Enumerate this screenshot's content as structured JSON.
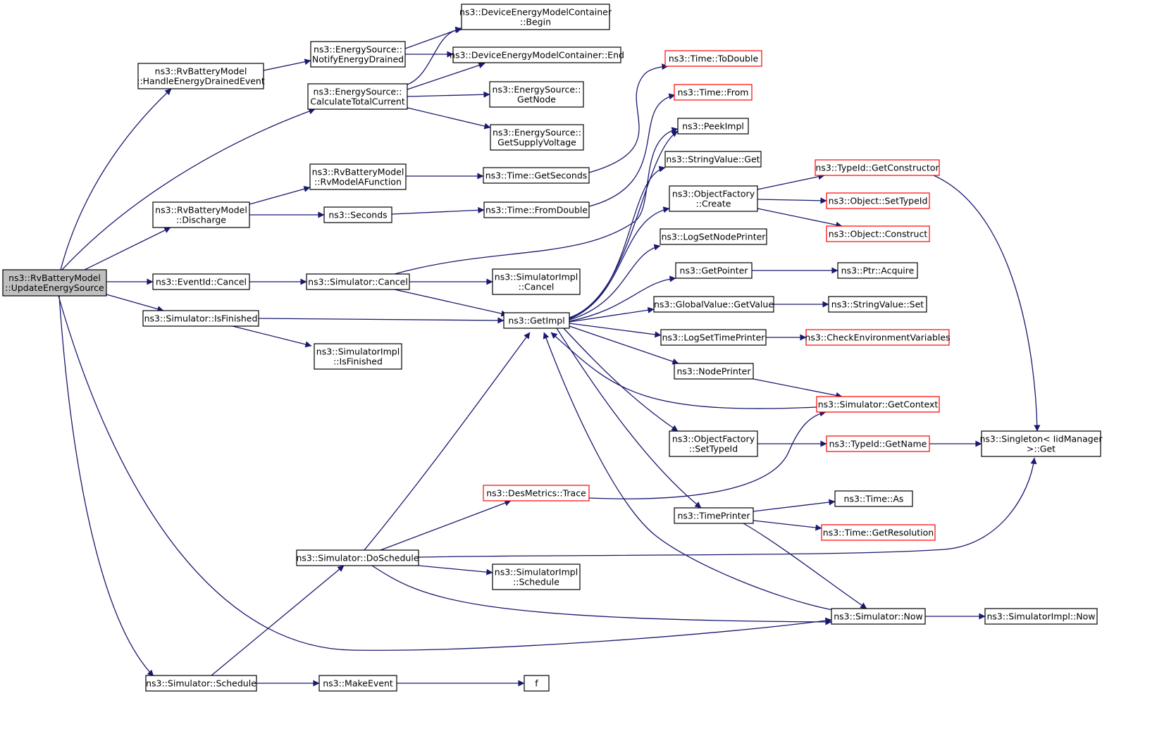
{
  "colors": {
    "background": "#ffffff",
    "edge": "#191970",
    "node_border": "#000000",
    "node_border_truncated": "#ff0000",
    "root_fill": "#bfbfbf",
    "node_fill": "#ffffff"
  },
  "nodes": [
    {
      "id": "root",
      "lines": [
        "ns3::RvBatteryModel",
        "::UpdateEnergySource"
      ],
      "root": true
    },
    {
      "id": "handle",
      "lines": [
        "ns3::RvBatteryModel",
        "::HandleEnergyDrainedEvent"
      ]
    },
    {
      "id": "notify",
      "lines": [
        "ns3::EnergySource::",
        "NotifyEnergyDrained"
      ]
    },
    {
      "id": "dembegin",
      "lines": [
        "ns3::DeviceEnergyModelContainer",
        "::Begin"
      ]
    },
    {
      "id": "demend",
      "lines": [
        "ns3::DeviceEnergyModelContainer::End"
      ]
    },
    {
      "id": "calc",
      "lines": [
        "ns3::EnergySource::",
        "CalculateTotalCurrent"
      ]
    },
    {
      "id": "getnode",
      "lines": [
        "ns3::EnergySource::",
        "GetNode"
      ]
    },
    {
      "id": "getsupply",
      "lines": [
        "ns3::EnergySource::",
        "GetSupplyVoltage"
      ]
    },
    {
      "id": "rvmodel",
      "lines": [
        "ns3::RvBatteryModel",
        "::RvModelAFunction"
      ]
    },
    {
      "id": "discharge",
      "lines": [
        "ns3::RvBatteryModel",
        "::Discharge"
      ]
    },
    {
      "id": "seconds",
      "lines": [
        "ns3::Seconds"
      ]
    },
    {
      "id": "getseconds",
      "lines": [
        "ns3::Time::GetSeconds"
      ]
    },
    {
      "id": "fromdouble",
      "lines": [
        "ns3::Time::FromDouble"
      ]
    },
    {
      "id": "todouble",
      "lines": [
        "ns3::Time::ToDouble"
      ],
      "truncated": true
    },
    {
      "id": "from",
      "lines": [
        "ns3::Time::From"
      ],
      "truncated": true
    },
    {
      "id": "peekimpl",
      "lines": [
        "ns3::PeekImpl"
      ]
    },
    {
      "id": "strget",
      "lines": [
        "ns3::StringValue::Get"
      ]
    },
    {
      "id": "ofcreate",
      "lines": [
        "ns3::ObjectFactory",
        "::Create"
      ]
    },
    {
      "id": "getctor",
      "lines": [
        "ns3::TypeId::GetConstructor"
      ],
      "truncated": true
    },
    {
      "id": "settypeid",
      "lines": [
        "ns3::Object::SetTypeId"
      ],
      "truncated": true
    },
    {
      "id": "construct",
      "lines": [
        "ns3::Object::Construct"
      ],
      "truncated": true
    },
    {
      "id": "lognode",
      "lines": [
        "ns3::LogSetNodePrinter"
      ]
    },
    {
      "id": "getpointer",
      "lines": [
        "ns3::GetPointer"
      ]
    },
    {
      "id": "acquire",
      "lines": [
        "ns3::Ptr::Acquire"
      ]
    },
    {
      "id": "evcancel",
      "lines": [
        "ns3::EventId::Cancel"
      ]
    },
    {
      "id": "simcancel",
      "lines": [
        "ns3::Simulator::Cancel"
      ]
    },
    {
      "id": "implcancel",
      "lines": [
        "ns3::SimulatorImpl",
        "::Cancel"
      ]
    },
    {
      "id": "isfinished",
      "lines": [
        "ns3::Simulator::IsFinished"
      ]
    },
    {
      "id": "implisfin",
      "lines": [
        "ns3::SimulatorImpl",
        "::IsFinished"
      ]
    },
    {
      "id": "getimpl",
      "lines": [
        "ns3::GetImpl"
      ]
    },
    {
      "id": "gvget",
      "lines": [
        "ns3::GlobalValue::GetValue"
      ]
    },
    {
      "id": "strset",
      "lines": [
        "ns3::StringValue::Set"
      ]
    },
    {
      "id": "logtime",
      "lines": [
        "ns3::LogSetTimePrinter"
      ]
    },
    {
      "id": "checkenv",
      "lines": [
        "ns3::CheckEnvironmentVariables"
      ],
      "truncated": true
    },
    {
      "id": "nodeprinter",
      "lines": [
        "ns3::NodePrinter"
      ]
    },
    {
      "id": "getcontext",
      "lines": [
        "ns3::Simulator::GetContext"
      ],
      "truncated": true
    },
    {
      "id": "ofsettype",
      "lines": [
        "ns3::ObjectFactory",
        "::SetTypeId"
      ]
    },
    {
      "id": "getname",
      "lines": [
        "ns3::TypeId::GetName"
      ],
      "truncated": true
    },
    {
      "id": "singleton",
      "lines": [
        "ns3::Singleton< IidManager",
        " >::Get"
      ]
    },
    {
      "id": "desmetrics",
      "lines": [
        "ns3::DesMetrics::Trace"
      ],
      "truncated": true
    },
    {
      "id": "timeprinter",
      "lines": [
        "ns3::TimePrinter"
      ]
    },
    {
      "id": "timeas",
      "lines": [
        "ns3::Time::As"
      ]
    },
    {
      "id": "getres",
      "lines": [
        "ns3::Time::GetResolution"
      ],
      "truncated": true
    },
    {
      "id": "doschedule",
      "lines": [
        "ns3::Simulator::DoSchedule"
      ]
    },
    {
      "id": "implsched",
      "lines": [
        "ns3::SimulatorImpl",
        "::Schedule"
      ]
    },
    {
      "id": "simnow",
      "lines": [
        "ns3::Simulator::Now"
      ]
    },
    {
      "id": "implnow",
      "lines": [
        "ns3::SimulatorImpl::Now"
      ]
    },
    {
      "id": "schedule",
      "lines": [
        "ns3::Simulator::Schedule"
      ]
    },
    {
      "id": "makeevent",
      "lines": [
        "ns3::MakeEvent"
      ]
    },
    {
      "id": "f",
      "lines": [
        "f"
      ]
    }
  ],
  "edges": [
    [
      "root",
      "handle"
    ],
    [
      "root",
      "calc"
    ],
    [
      "root",
      "discharge"
    ],
    [
      "root",
      "evcancel"
    ],
    [
      "root",
      "isfinished"
    ],
    [
      "root",
      "schedule"
    ],
    [
      "root",
      "simnow"
    ],
    [
      "handle",
      "notify"
    ],
    [
      "notify",
      "dembegin"
    ],
    [
      "notify",
      "demend"
    ],
    [
      "calc",
      "dembegin"
    ],
    [
      "calc",
      "demend"
    ],
    [
      "calc",
      "getnode"
    ],
    [
      "calc",
      "getsupply"
    ],
    [
      "discharge",
      "rvmodel"
    ],
    [
      "discharge",
      "seconds"
    ],
    [
      "rvmodel",
      "getseconds"
    ],
    [
      "seconds",
      "fromdouble"
    ],
    [
      "getseconds",
      "todouble"
    ],
    [
      "fromdouble",
      "from"
    ],
    [
      "evcancel",
      "simcancel"
    ],
    [
      "simcancel",
      "implcancel"
    ],
    [
      "simcancel",
      "getimpl"
    ],
    [
      "simcancel",
      "peekimpl"
    ],
    [
      "isfinished",
      "getimpl"
    ],
    [
      "isfinished",
      "implisfin"
    ],
    [
      "getimpl",
      "peekimpl"
    ],
    [
      "getimpl",
      "strget"
    ],
    [
      "getimpl",
      "ofcreate"
    ],
    [
      "getimpl",
      "lognode"
    ],
    [
      "getimpl",
      "getpointer"
    ],
    [
      "getimpl",
      "gvget"
    ],
    [
      "getimpl",
      "logtime"
    ],
    [
      "getimpl",
      "nodeprinter"
    ],
    [
      "getimpl",
      "ofsettype"
    ],
    [
      "getimpl",
      "timeprinter"
    ],
    [
      "ofcreate",
      "getctor"
    ],
    [
      "ofcreate",
      "settypeid"
    ],
    [
      "ofcreate",
      "construct"
    ],
    [
      "getctor",
      "singleton"
    ],
    [
      "getpointer",
      "acquire"
    ],
    [
      "gvget",
      "strset"
    ],
    [
      "logtime",
      "checkenv"
    ],
    [
      "nodeprinter",
      "getcontext"
    ],
    [
      "getcontext",
      "getimpl"
    ],
    [
      "ofsettype",
      "getname"
    ],
    [
      "getname",
      "singleton"
    ],
    [
      "timeprinter",
      "timeas"
    ],
    [
      "timeprinter",
      "getres"
    ],
    [
      "timeprinter",
      "simnow"
    ],
    [
      "simnow",
      "getimpl"
    ],
    [
      "simnow",
      "implnow"
    ],
    [
      "doschedule",
      "getimpl"
    ],
    [
      "doschedule",
      "desmetrics"
    ],
    [
      "doschedule",
      "singleton"
    ],
    [
      "doschedule",
      "implsched"
    ],
    [
      "doschedule",
      "simnow"
    ],
    [
      "desmetrics",
      "getcontext"
    ],
    [
      "schedule",
      "doschedule"
    ],
    [
      "schedule",
      "makeevent"
    ],
    [
      "makeevent",
      "f"
    ]
  ]
}
